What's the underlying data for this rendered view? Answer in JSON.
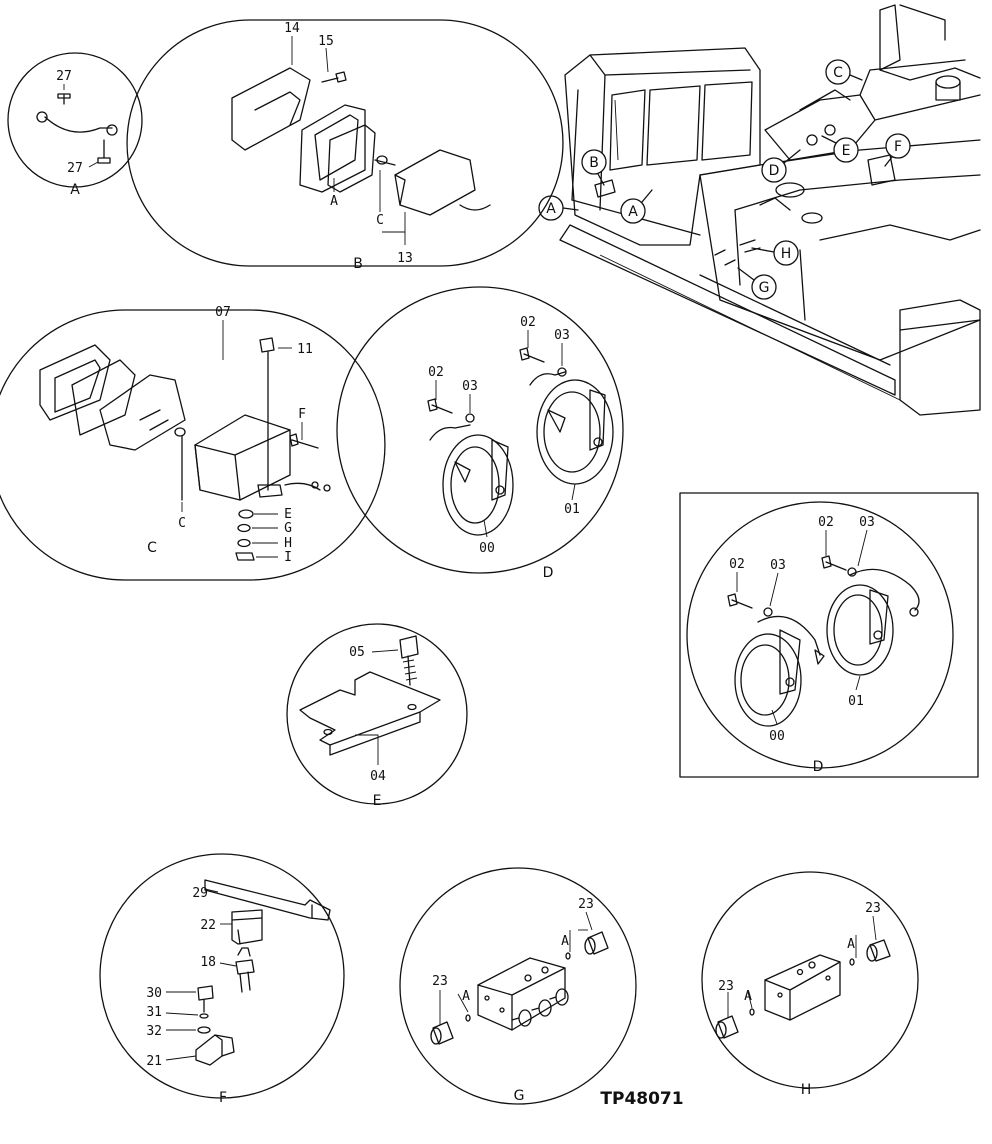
{
  "figure_ref": "TP48071",
  "machine_callouts": [
    "C",
    "B",
    "E",
    "D",
    "F",
    "A",
    "A",
    "H",
    "G"
  ],
  "detail_A": {
    "caption": "A",
    "labels": [
      "27",
      "27"
    ]
  },
  "detail_B": {
    "caption": "B",
    "labels": [
      "14",
      "15",
      "A",
      "C",
      "13"
    ]
  },
  "detail_C": {
    "caption": "C",
    "labels": [
      "07",
      "11",
      "F",
      "C",
      "E",
      "G",
      "H",
      "I"
    ]
  },
  "detail_D": {
    "caption": "D",
    "labels": [
      "02",
      "03",
      "02",
      "03",
      "00",
      "01"
    ]
  },
  "detail_D_alt": {
    "caption": "D",
    "labels": [
      "02",
      "03",
      "02",
      "03",
      "00",
      "01"
    ]
  },
  "detail_E": {
    "caption": "E",
    "labels": [
      "05",
      "04"
    ]
  },
  "detail_F": {
    "caption": "F",
    "labels": [
      "29",
      "22",
      "18",
      "30",
      "31",
      "32",
      "21"
    ]
  },
  "detail_G": {
    "caption": "G",
    "labels": [
      "23",
      "A",
      "23",
      "A"
    ]
  },
  "detail_H": {
    "caption": "H",
    "labels": [
      "23",
      "A",
      "23",
      "A"
    ]
  }
}
